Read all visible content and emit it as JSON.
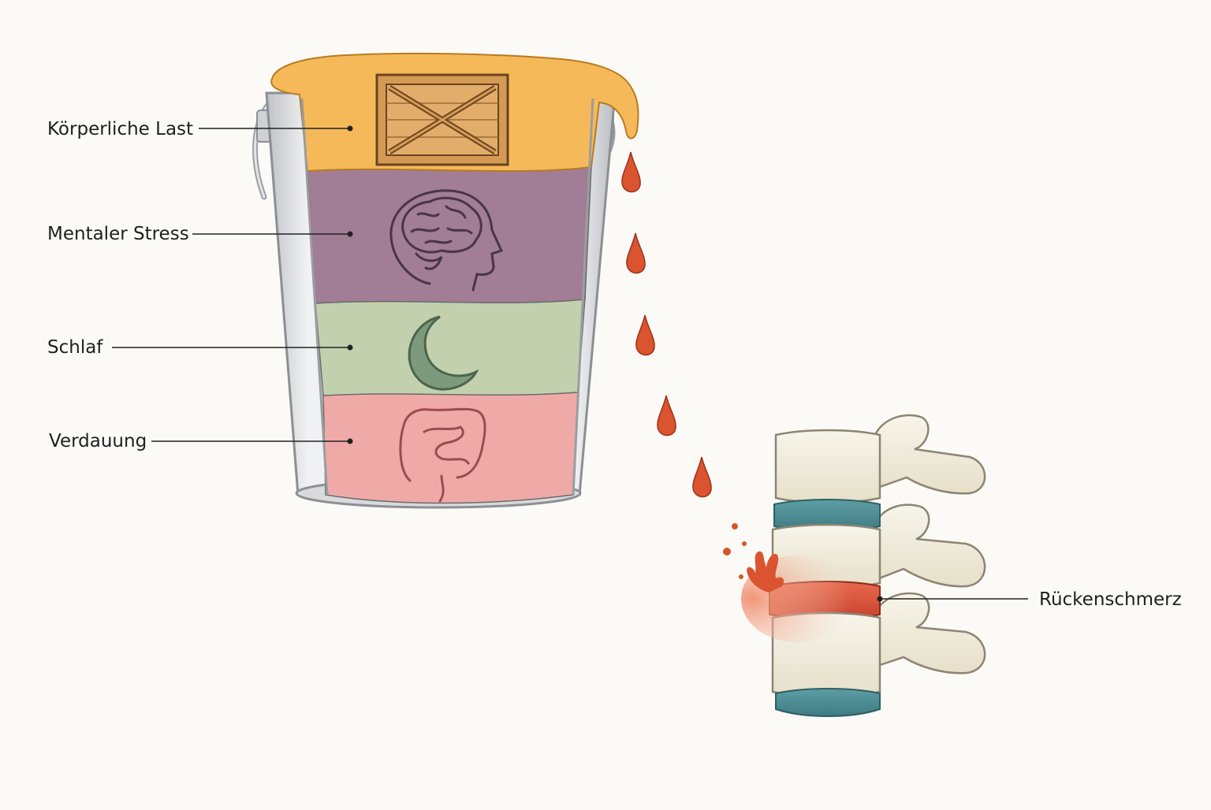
{
  "labels": {
    "physical_load": "Körperliche Last",
    "mental_stress": "Mentaler Stress",
    "sleep": "Schlaf",
    "digestion": "Verdauung",
    "back_pain": "Rückenschmerz"
  },
  "colors": {
    "physical_load": "#f6b95a",
    "mental_stress": "#a27d96",
    "sleep": "#c2d0ae",
    "digestion": "#efaaa8",
    "drops": "#d9542f",
    "bucket_metal": "#e3e4e6",
    "bone": "#f2eee0",
    "healthy_disc": "#4f8f96",
    "injured_disc": "#d8563e"
  },
  "icons": {
    "physical_load": "wooden-crate-icon",
    "mental_stress": "brain-head-icon",
    "sleep": "crescent-moon-icon",
    "digestion": "intestine-icon",
    "back_pain": "spine-vertebra-icon"
  }
}
